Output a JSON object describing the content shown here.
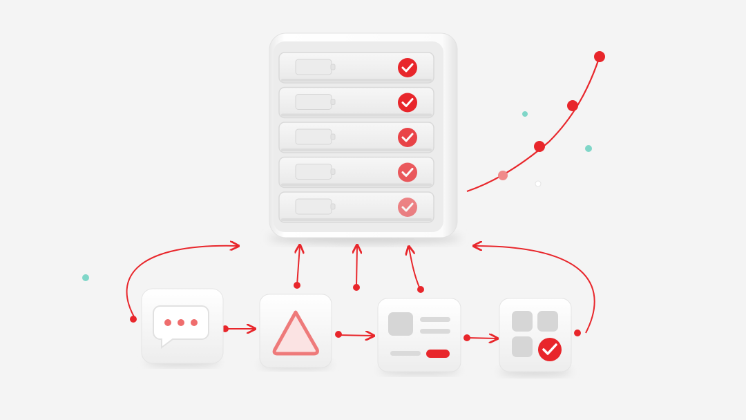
{
  "colors": {
    "background": "#f4f4f4",
    "accent_red": "#e8262b",
    "accent_pink": "#f08a8a",
    "teal_dot": "#7fd6c8",
    "tile_white": "#ffffff",
    "tile_shadow": "#d9d9d9",
    "block_gray": "#d6d6d6"
  },
  "server": {
    "drive_count": 5,
    "drive_status_icon": "checkmark-icon",
    "drive_status_opacity": [
      1,
      1,
      0.85,
      0.75,
      0.55
    ]
  },
  "tiles": [
    {
      "name": "chat-tile",
      "icon": "chat-bubble-icon"
    },
    {
      "name": "warning-tile",
      "icon": "triangle-icon"
    },
    {
      "name": "document-tile",
      "icon": "document-layout-icon"
    },
    {
      "name": "apps-tile",
      "icon": "grid-check-icon"
    }
  ],
  "trend_curve": {
    "points_icon": "data-point-icon"
  }
}
